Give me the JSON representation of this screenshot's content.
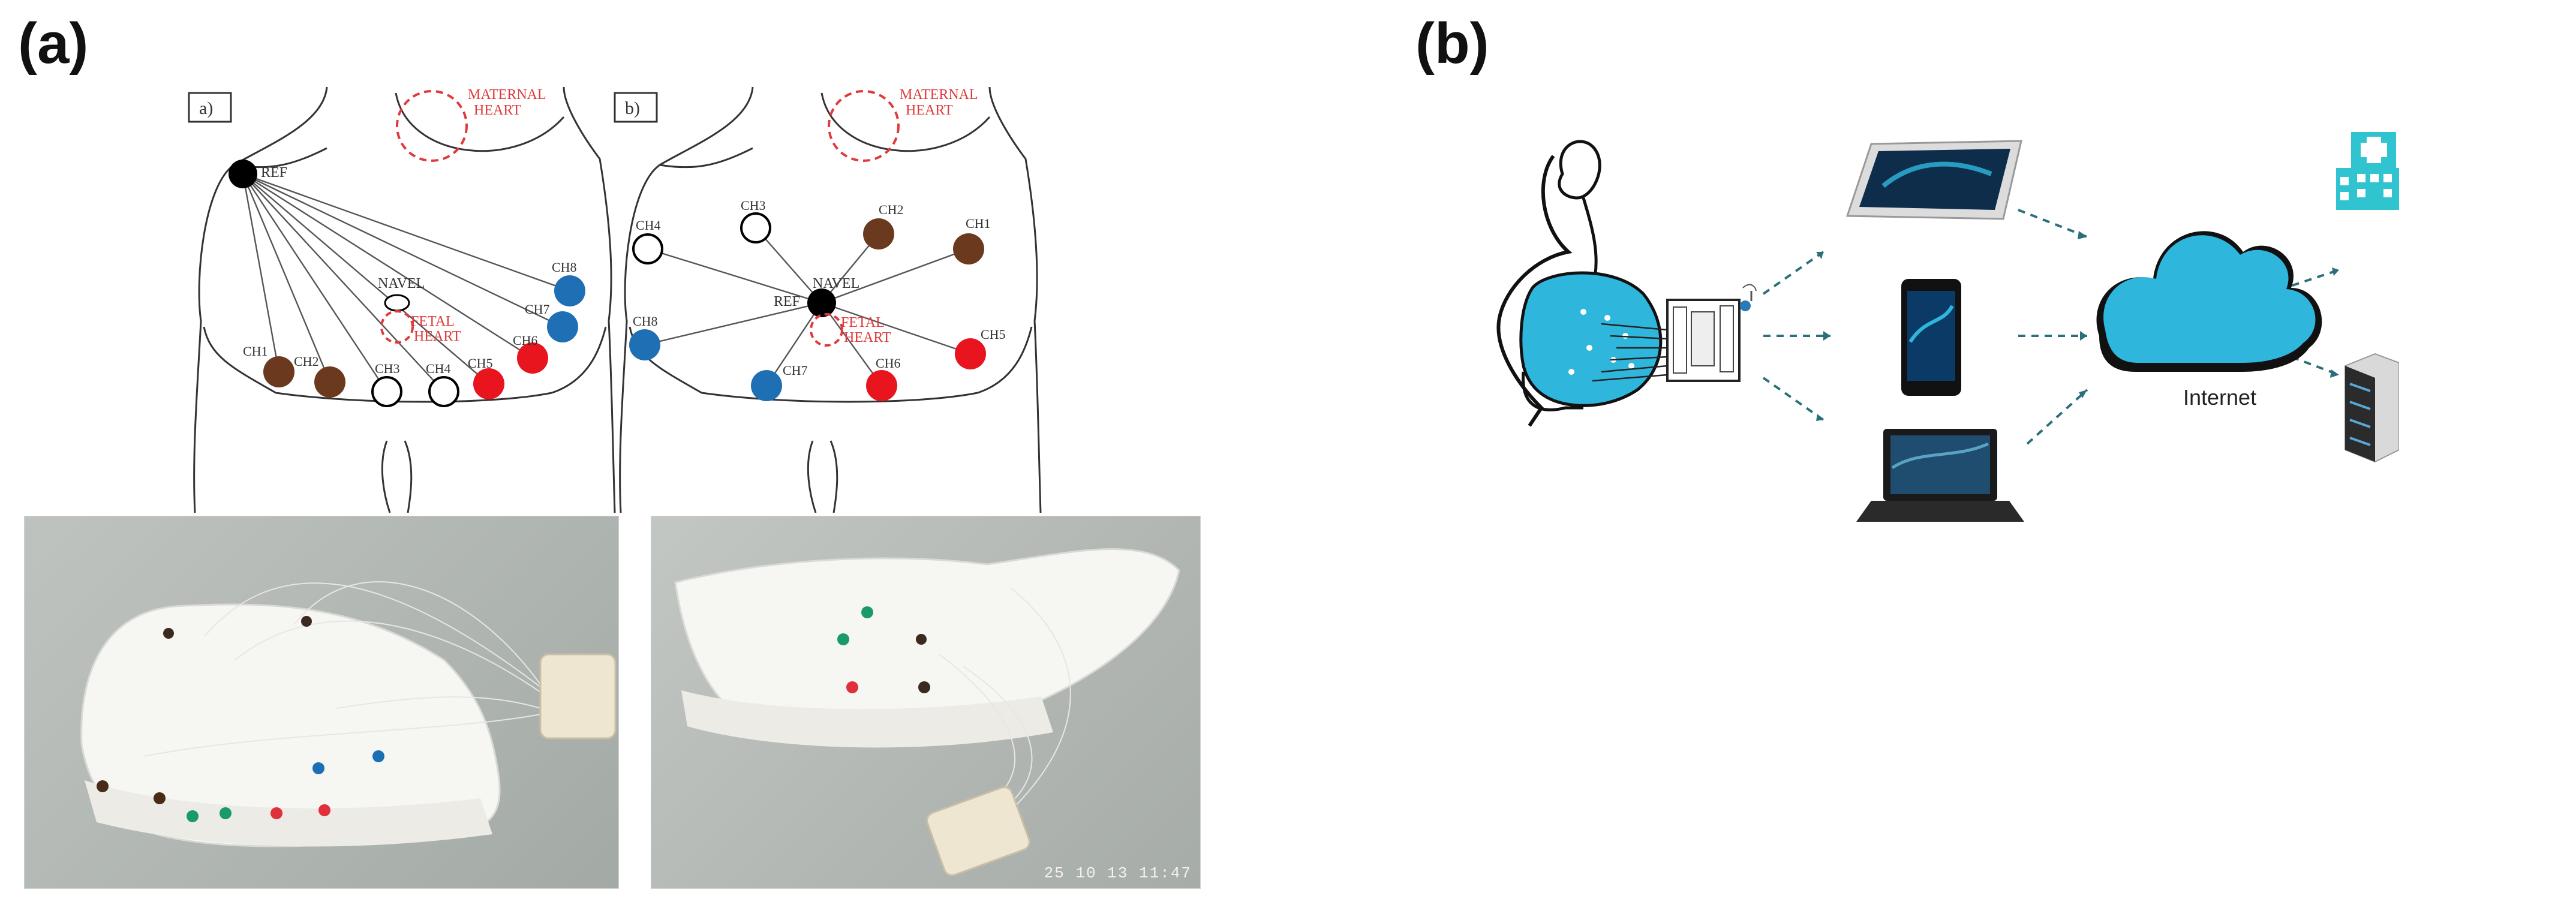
{
  "panels": {
    "a": "(a)",
    "b": "(b)"
  },
  "diagram_a": {
    "box_label": "a)",
    "maternal_heart": [
      "MATERNAL",
      "HEART"
    ],
    "fetal_heart": [
      "FETAL",
      "HEART"
    ],
    "navel": "NAVEL",
    "ref": "REF",
    "channels": [
      "CH1",
      "CH2",
      "CH3",
      "CH4",
      "CH5",
      "CH6",
      "CH7",
      "CH8"
    ]
  },
  "diagram_b": {
    "box_label": "b)",
    "maternal_heart": [
      "MATERNAL",
      "HEART"
    ],
    "fetal_heart": [
      "FETAL",
      "HEART"
    ],
    "navel": "NAVEL",
    "ref": "REF",
    "channels": [
      "CH1",
      "CH2",
      "CH3",
      "CH4",
      "CH5",
      "CH6",
      "CH7",
      "CH8"
    ]
  },
  "photo_2": {
    "timestamp": "25 10 13 11:47"
  },
  "panel_b": {
    "cloud_label": "Internet"
  },
  "colors": {
    "brown": "#6b3a1e",
    "blue": "#1f6fb5",
    "red": "#e8141e",
    "cyan": "#2fb6dd",
    "dashed_red": "#e03a3a",
    "arrow": "#2a6f7a"
  }
}
